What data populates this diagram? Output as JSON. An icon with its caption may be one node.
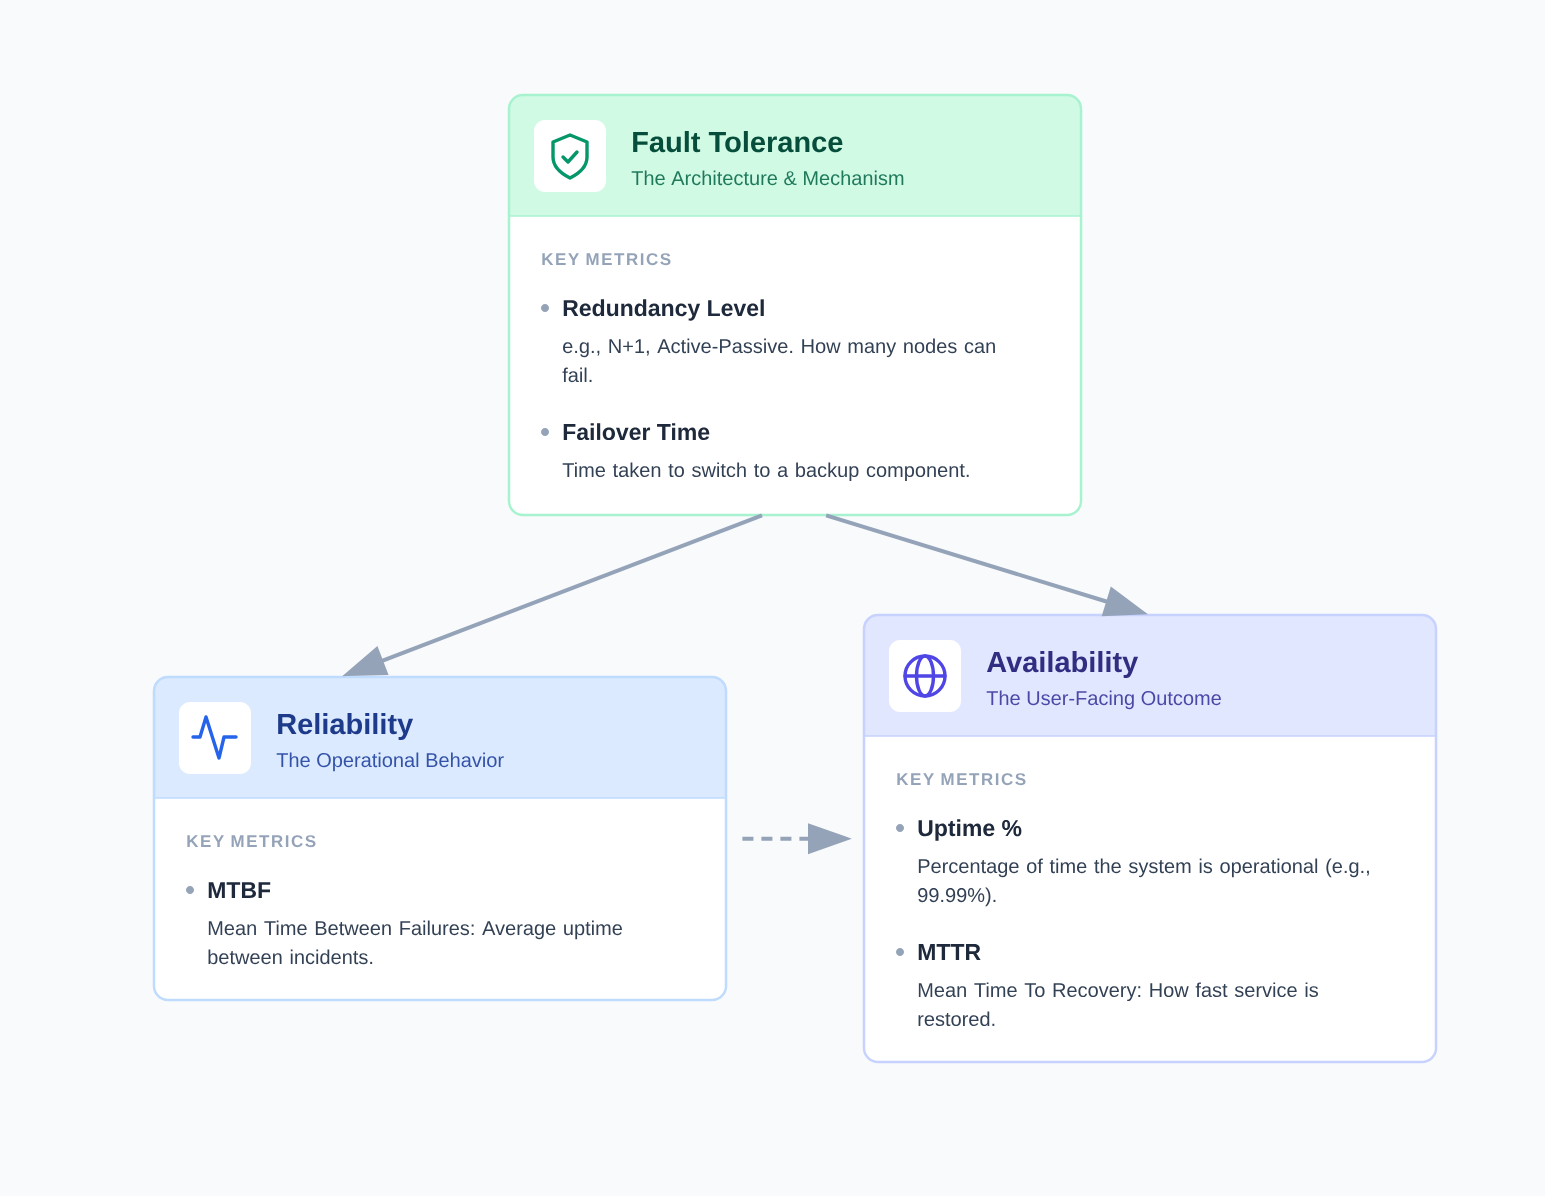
{
  "diagram": {
    "nodes": [
      {
        "text": [
          "Fault Tolerance",
          "The Architecture & Mechanism",
          "KEY METRICS",
          "Redundancy Level",
          "e.g., N+1, Active-Passive. How many nodes can fail.",
          "Failover Time",
          "Time taken to switch to a backup component."
        ]
      },
      {
        "text": [
          "Reliability",
          "The Operational Behavior",
          "KEY METRICS",
          "MTBF",
          "Mean Time Between Failures: Average uptime between incidents."
        ]
      },
      {
        "text": [
          "Availability",
          "The User-Facing Outcome",
          "KEY METRICS",
          "Uptime %",
          "Percentage of time the system is operational (e.g., 99.99%).",
          "MTTR",
          "Mean Time To Recovery: How fast service is restored."
        ]
      }
    ],
    "edges": [
      {
        "from": 0,
        "to": 1,
        "arrow": "to"
      },
      {
        "from": 0,
        "to": 2,
        "arrow": "to"
      },
      {
        "from": 1,
        "to": 2,
        "arrow": "to",
        "style": "dashed"
      }
    ]
  }
}
